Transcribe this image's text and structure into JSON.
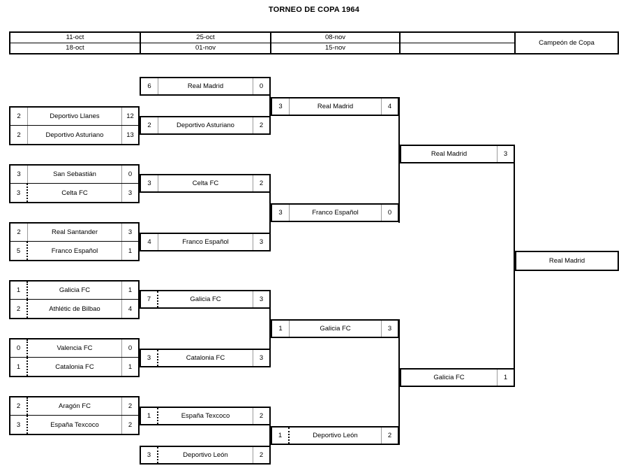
{
  "title": "TORNEO DE COPA 1964",
  "header": {
    "columns": [
      {
        "name": "round-1-dates",
        "top": "11-oct",
        "bottom": "18-oct"
      },
      {
        "name": "round-2-dates",
        "top": "25-oct",
        "bottom": "01-nov"
      },
      {
        "name": "round-3-dates",
        "top": "08-nov",
        "bottom": "15-nov"
      },
      {
        "name": "round-4-dates",
        "top": "",
        "bottom": ""
      }
    ],
    "champion_label": "Campeón de Copa"
  },
  "bracket": {
    "round1": [
      {
        "top": {
          "leg1": "2",
          "team": "Deportivo Llanes",
          "leg2": "12",
          "dotted": false
        },
        "bottom": {
          "leg1": "2",
          "team": "Deportivo Asturiano",
          "leg2": "13",
          "dotted": false
        }
      },
      {
        "top": {
          "leg1": "3",
          "team": "San Sebastián",
          "leg2": "0",
          "dotted": false
        },
        "bottom": {
          "leg1": "3",
          "team": "Celta FC",
          "leg2": "3",
          "dotted": true
        }
      },
      {
        "top": {
          "leg1": "2",
          "team": "Real Santander",
          "leg2": "3",
          "dotted": false
        },
        "bottom": {
          "leg1": "5",
          "team": "Franco Español",
          "leg2": "1",
          "dotted": true
        }
      },
      {
        "top": {
          "leg1": "1",
          "team": "Galicia FC",
          "leg2": "1",
          "dotted": true
        },
        "bottom": {
          "leg1": "2",
          "team": "Athlétic de Bilbao",
          "leg2": "4",
          "dotted": true
        }
      },
      {
        "top": {
          "leg1": "0",
          "team": "Valencia FC",
          "leg2": "0",
          "dotted": true
        },
        "bottom": {
          "leg1": "1",
          "team": "Catalonia FC",
          "leg2": "1",
          "dotted": true
        }
      },
      {
        "top": {
          "leg1": "2",
          "team": "Aragón FC",
          "leg2": "2",
          "dotted": true
        },
        "bottom": {
          "leg1": "3",
          "team": "España Texcoco",
          "leg2": "2",
          "dotted": true
        }
      }
    ],
    "round2": [
      {
        "leg1": "6",
        "team": "Real Madrid",
        "leg2": "0",
        "dotted": false
      },
      {
        "leg1": "2",
        "team": "Deportivo Asturiano",
        "leg2": "2",
        "dotted": false
      },
      {
        "leg1": "3",
        "team": "Celta FC",
        "leg2": "2",
        "dotted": false
      },
      {
        "leg1": "4",
        "team": "Franco Español",
        "leg2": "3",
        "dotted": false
      },
      {
        "leg1": "7",
        "team": "Galicia FC",
        "leg2": "3",
        "dotted": true
      },
      {
        "leg1": "3",
        "team": "Catalonia FC",
        "leg2": "3",
        "dotted": true
      },
      {
        "leg1": "1",
        "team": "España Texcoco",
        "leg2": "2",
        "dotted": true
      },
      {
        "leg1": "3",
        "team": "Deportivo León",
        "leg2": "2",
        "dotted": true
      }
    ],
    "round3": [
      {
        "leg1": "3",
        "team": "Real Madrid",
        "leg2": "4",
        "dotted": false
      },
      {
        "leg1": "3",
        "team": "Franco Español",
        "leg2": "0",
        "dotted": false
      },
      {
        "leg1": "1",
        "team": "Galicia FC",
        "leg2": "3",
        "dotted": false
      },
      {
        "leg1": "1",
        "team": "Deportivo León",
        "leg2": "2",
        "dotted": true
      }
    ],
    "round4": [
      {
        "team": "Real Madrid",
        "leg2": "3"
      },
      {
        "team": "Galicia FC",
        "leg2": "1"
      }
    ],
    "champion": {
      "team": "Real Madrid"
    }
  }
}
